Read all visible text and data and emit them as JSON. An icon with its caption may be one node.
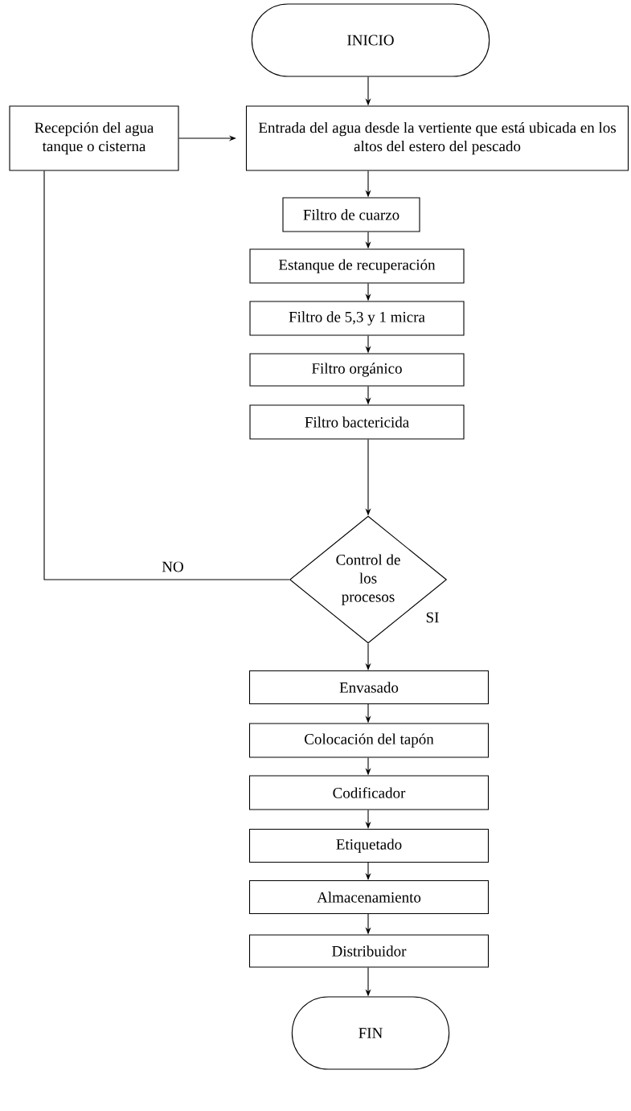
{
  "diagram": {
    "nodes": [
      {
        "text": [
          "INICIO"
        ]
      },
      {
        "text": [
          "Recepción del agua tanque o cisterna"
        ]
      },
      {
        "text": [
          "Entrada del agua desde la vertiente que está ubicada en los altos del estero del pescado"
        ]
      },
      {
        "text": [
          "Filtro de cuarzo"
        ]
      },
      {
        "text": [
          "Estanque de recuperación"
        ]
      },
      {
        "text": [
          "Filtro de 5,3 y 1 micra"
        ]
      },
      {
        "text": [
          "Filtro orgánico"
        ]
      },
      {
        "text": [
          "Filtro bactericida"
        ]
      },
      {
        "text": [
          "Control de los procesos"
        ]
      },
      {
        "text": [
          "Envasado"
        ]
      },
      {
        "text": [
          "Colocación del tapón"
        ]
      },
      {
        "text": [
          "Codificador"
        ]
      },
      {
        "text": [
          "Etiquetado"
        ]
      },
      {
        "text": [
          "Almacenamiento"
        ]
      },
      {
        "text": [
          "Distribuidor"
        ]
      },
      {
        "text": [
          "FIN"
        ]
      }
    ],
    "edges": [
      {
        "from": 0,
        "to": 2,
        "arrow": "to"
      },
      {
        "from": 1,
        "to": 2,
        "arrow": "to"
      },
      {
        "from": 2,
        "to": 3,
        "arrow": "to"
      },
      {
        "from": 3,
        "to": 4,
        "arrow": "to"
      },
      {
        "from": 4,
        "to": 5,
        "arrow": "to"
      },
      {
        "from": 5,
        "to": 6,
        "arrow": "to"
      },
      {
        "from": 6,
        "to": 7,
        "arrow": "to"
      },
      {
        "from": 7,
        "to": 8,
        "arrow": "to"
      },
      {
        "from": 8,
        "to": 1,
        "arrow": "none",
        "label": "NO"
      },
      {
        "from": 8,
        "to": 9,
        "arrow": "to",
        "label": "SI"
      },
      {
        "from": 9,
        "to": 10,
        "arrow": "to"
      },
      {
        "from": 10,
        "to": 11,
        "arrow": "to"
      },
      {
        "from": 11,
        "to": 12,
        "arrow": "to"
      },
      {
        "from": 12,
        "to": 13,
        "arrow": "to"
      },
      {
        "from": 13,
        "to": 14,
        "arrow": "to"
      },
      {
        "from": 14,
        "to": 15,
        "arrow": "to"
      }
    ]
  }
}
